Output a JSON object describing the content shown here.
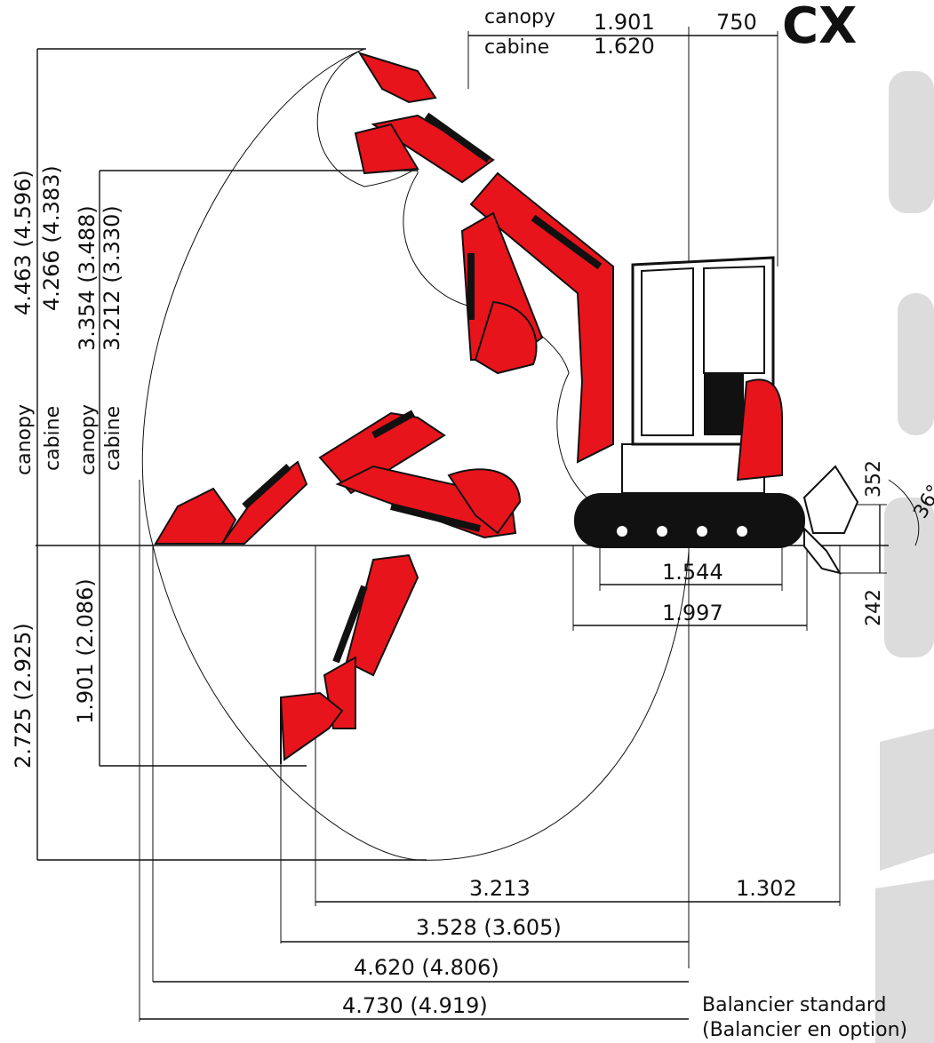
{
  "brand": {
    "logo_text": "CX"
  },
  "top": {
    "canopy": "canopy",
    "cabine": "cabine",
    "width_canopy": "1.901",
    "width_cabine": "1.620",
    "rear": "750"
  },
  "left_heights": {
    "h1": "4.463 (4.596)",
    "h2": "4.266 (4.383)",
    "h3": "3.354 (3.488)",
    "h4": "3.212 (3.330)",
    "lbl_canopy_1": "canopy",
    "lbl_cabine_1": "cabine",
    "lbl_canopy_2": "canopy",
    "lbl_cabine_2": "cabine"
  },
  "depths": {
    "d1": "2.725 (2.925)",
    "d2": "1.901 (2.086)"
  },
  "track": {
    "t1": "1.544",
    "t2": "1.997"
  },
  "blade": {
    "up": "352",
    "down": "242",
    "angle": "36°"
  },
  "reach": {
    "r1": "3.213",
    "r1b": "1.302",
    "r2": "3.528 (3.605)",
    "r3": "4.620 (4.806)",
    "r4": "4.730 (4.919)"
  },
  "legend": {
    "line1": "Balancier standard",
    "line2": "(Balancier en option)"
  }
}
